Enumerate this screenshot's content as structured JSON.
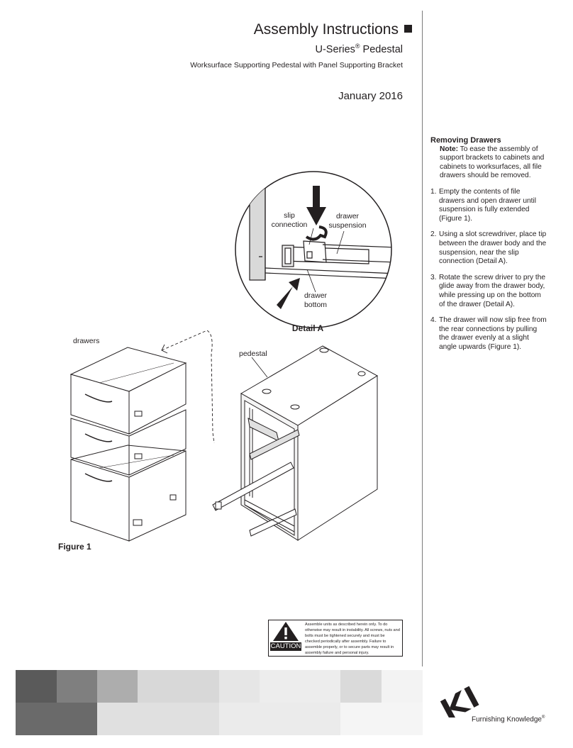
{
  "header": {
    "title": "Assembly Instructions",
    "subtitle": "U-Series",
    "subtitle_mark": "®",
    "subtitle_rest": " Pedestal",
    "tagline": "Worksurface Supporting Pedestal with Panel Supporting Bracket",
    "date": "January 2016"
  },
  "instructions": {
    "heading": "Removing Drawers",
    "note_label": "Note:",
    "note_text": " To ease the assembly of support brackets to cabinets and cabinets to worksurfaces, all file drawers should be removed.",
    "steps": [
      {
        "num": "1.",
        "text": "Empty the contents of file drawers and open drawer until suspension is fully extended (Figure 1)."
      },
      {
        "num": "2.",
        "text": "Using a slot screwdriver, place tip between the drawer body and the suspension, near the slip connection (Detail A)."
      },
      {
        "num": "3.",
        "text": "Rotate the screw driver to pry the glide away from the drawer body, while pressing up on the bottom of the drawer (Detail A)."
      },
      {
        "num": "4.",
        "text": "The drawer will now slip free from the rear connections by pulling the drawer evenly at a slight angle upwards (Figure 1)."
      }
    ]
  },
  "figure": {
    "detail_labels": {
      "slip1": "slip",
      "slip2": "connection",
      "suspension1": "drawer",
      "suspension2": "suspension",
      "bottom1": "drawer",
      "bottom2": "bottom"
    },
    "detail_caption": "Detail A",
    "drawers_label": "drawers",
    "pedestal_label": "pedestal",
    "figure_caption": "Figure 1"
  },
  "caution": {
    "label": "CAUTION",
    "text": "Assemble units as described herein only. To do otherwise may result in instability. All screws, nuts and bolts must be tightened securely and must be checked periodically after assembly. Failure to assemble properly, or to secure parts may result in assembly failure and personal injury."
  },
  "brand": {
    "logo": "KI",
    "tagline": "Furnishing Knowledge",
    "tagline_mark": "®"
  },
  "colors": {
    "text": "#231f20",
    "footer_dark": "#5a5a5a",
    "footer_mid": "#8a8a8a",
    "footer_light": "#cfcfcf"
  }
}
